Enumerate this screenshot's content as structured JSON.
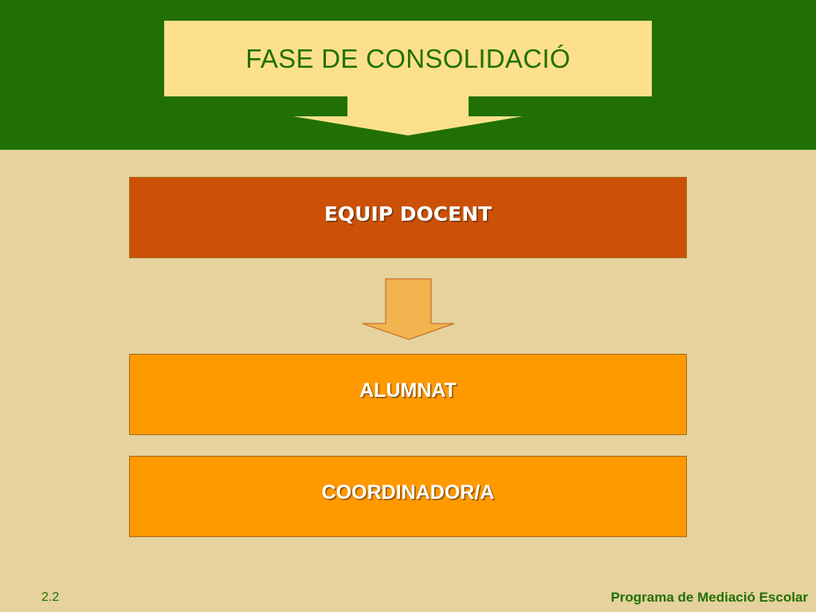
{
  "slide": {
    "title": "FASE DE CONSOLIDACIÓ",
    "boxes": {
      "equip": "EQUIP DOCENT",
      "alumnat": "ALUMNAT",
      "coordinador": "COORDINADOR/A"
    },
    "slide_number": "2.2",
    "footer": "Programa de Mediació Escolar"
  },
  "colors": {
    "background": "#e5d29d",
    "header_band": "#217003",
    "title_box": "#fde08c",
    "title_text": "#217003",
    "equip_box": "#cb5107",
    "orange_box": "#ff9900",
    "down_arrow": "#f2b44f"
  }
}
